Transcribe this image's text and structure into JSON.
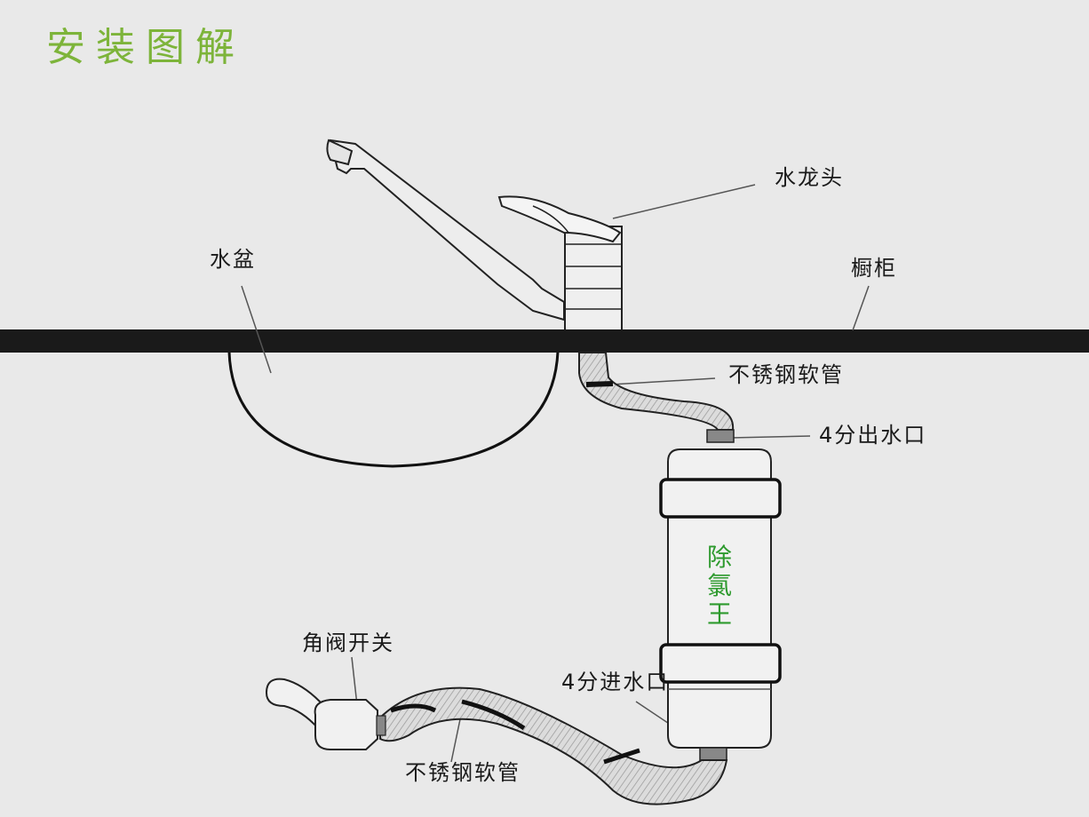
{
  "title": "安装图解",
  "labels": {
    "faucet": "水龙头",
    "basin": "水盆",
    "cabinet": "橱柜",
    "hose_top": "不锈钢软管",
    "outlet": "4分出水口",
    "inlet": "4分进水口",
    "angle_valve": "角阀开关",
    "hose_bottom": "不锈钢软管"
  },
  "product": {
    "chars": [
      "除",
      "氯",
      "王"
    ]
  },
  "colors": {
    "title": "#7db43a",
    "product_text": "#2e9a2e",
    "background": "#e9e9e9",
    "counter": "#1a1a1a"
  }
}
